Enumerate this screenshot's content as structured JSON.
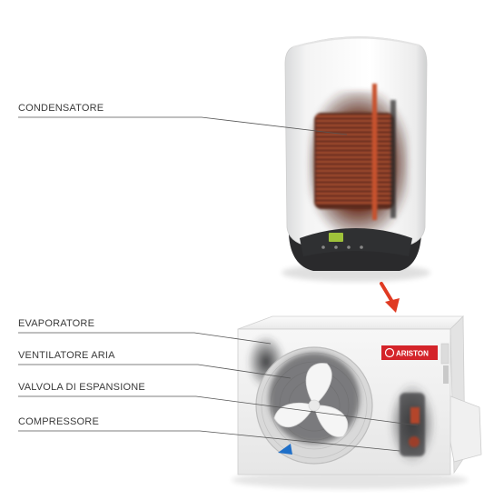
{
  "labels": {
    "condensatore": "CONDENSATORE",
    "evaporatore": "EVAPORATORE",
    "ventilatore": "VENTILATORE ARIA",
    "valvola": "VALVOLA DI ESPANSIONE",
    "compressore": "COMPRESSORE"
  },
  "brand": "ARISTON",
  "colors": {
    "leader_line": "#555555",
    "coil": "#b8452a",
    "arrow": "#e03a22",
    "brand_red": "#d4242a",
    "display": "#9fc23a"
  }
}
